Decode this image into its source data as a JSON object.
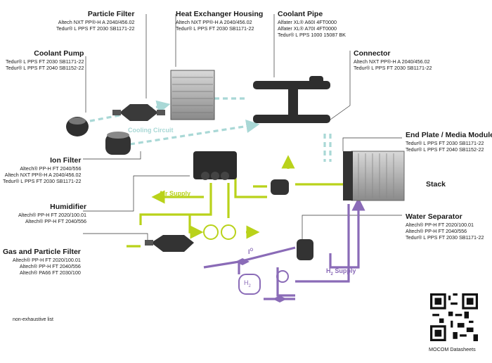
{
  "labels": {
    "particle_filter": {
      "title": "Particle Filter",
      "lines": [
        "Altech NXT PP®-H A 2040/456.02",
        "Tedur® L PPS FT 2030 SB1171-22"
      ]
    },
    "heat_exchanger": {
      "title": "Heat Exchanger Housing",
      "lines": [
        "Altech NXT PP®-H A 2040/456.02",
        "Tedur® L PPS FT 2030 SB1171-22"
      ]
    },
    "coolant_pipe": {
      "title": "Coolant Pipe",
      "lines": [
        "Alfater XL® A60I 4FT0000",
        "Alfater XL® A70I 4FT0000",
        "Tedur® L PPS 1000 15087 BK"
      ]
    },
    "coolant_pump": {
      "title": "Coolant Pump",
      "lines": [
        "Tedur® L PPS FT 2030 SB1171-22",
        "Tedur® L PPS FT 2040 SB1152-22"
      ]
    },
    "connector": {
      "title": "Connector",
      "lines": [
        "Altech NXT PP®-H A 2040/456.02",
        "Tedur® L PPS FT 2030 SB1171-22"
      ]
    },
    "ion_filter": {
      "title": "Ion Filter",
      "lines": [
        "Altech® PP-H FT 2040/556",
        "Altech NXT PP®-H A 2040/456.02",
        "Tedur® L PPS FT 2030 SB1171-22"
      ]
    },
    "end_plate": {
      "title": "End Plate / Media Module",
      "lines": [
        "Tedur® L PPS FT 2030 SB1171-22",
        "Tedur® L PPS FT 2040 SB1152-22"
      ]
    },
    "stack": {
      "title": "Stack"
    },
    "humidifier": {
      "title": "Humidifier",
      "lines": [
        "Altech® PP-H FT 2020/100.01",
        "Altech® PP-H FT 2040/556"
      ]
    },
    "water_separator": {
      "title": "Water Separator",
      "lines": [
        "Altech® PP-H FT 2020/100.01",
        "Altech® PP-H FT 2040/556",
        "Tedur® L PPS FT 2030 SB1171-22"
      ]
    },
    "gas_particle_filter": {
      "title": "Gas and Particle Filter",
      "lines": [
        "Altech® PP-H FT 2020/100.01",
        "Altech® PP-H FT 2040/556",
        "Altech® PA66 FT 2030/100"
      ]
    }
  },
  "circuits": {
    "cooling": "Cooling Circuit",
    "air": "Air Supply",
    "h2": "H",
    "h2_sub": "2",
    "h2_rest": " Supply",
    "io": "I",
    "io_sup": "O",
    "h2_tank": "H",
    "h2_tank_sub": "2"
  },
  "footer": {
    "note": "non-exhaustive list",
    "qr_caption": "MOCOM Datasheets"
  },
  "colors": {
    "cooling": "#a9d8d6",
    "air": "#b9d21a",
    "h2": "#8a6bb7",
    "component": "#2a2a2a"
  }
}
